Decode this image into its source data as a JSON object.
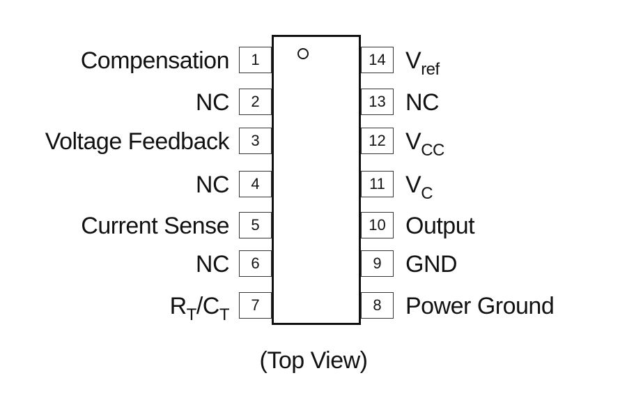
{
  "left_pins": [
    {
      "number": "1",
      "label": "Compensation"
    },
    {
      "number": "2",
      "label": "NC"
    },
    {
      "number": "3",
      "label": "Voltage Feedback"
    },
    {
      "number": "4",
      "label": "NC"
    },
    {
      "number": "5",
      "label": "Current Sense"
    },
    {
      "number": "6",
      "label": "NC"
    },
    {
      "number": "7",
      "label": "R",
      "sub": "T",
      "label2": "/C",
      "sub2": "T"
    }
  ],
  "right_pins": [
    {
      "number": "14",
      "label": "V",
      "sub": "ref"
    },
    {
      "number": "13",
      "label": "NC"
    },
    {
      "number": "12",
      "label": "V",
      "sub": "CC"
    },
    {
      "number": "11",
      "label": "V",
      "sub": "C"
    },
    {
      "number": "10",
      "label": "Output"
    },
    {
      "number": "9",
      "label": "GND"
    },
    {
      "number": "8",
      "label": "Power Ground"
    }
  ],
  "caption": "(Top View)"
}
